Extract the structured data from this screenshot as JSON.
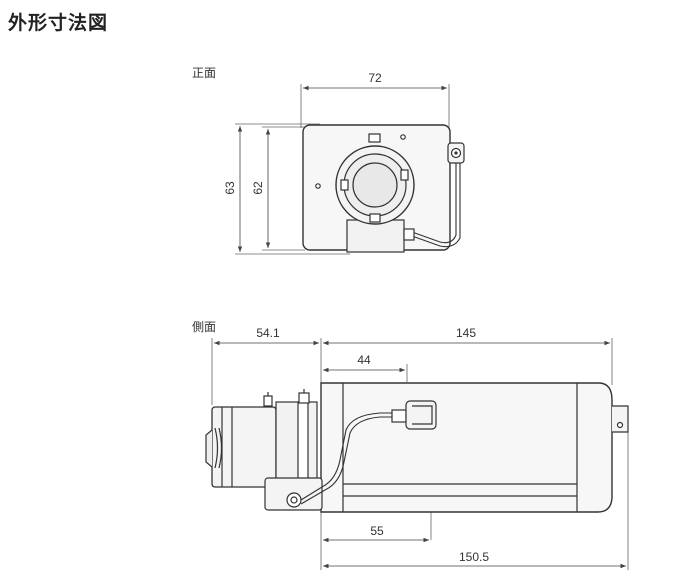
{
  "page_title": "外形寸法図",
  "front_view": {
    "label": "正面",
    "dims": {
      "width": "72",
      "height_outer": "63",
      "height_inner": "62"
    }
  },
  "side_view": {
    "label": "側面",
    "dims": {
      "lens_length": "54.1",
      "body_length": "145",
      "top_offset": "44",
      "bottom_offset": "55",
      "total_length": "150.5"
    }
  },
  "colors": {
    "line": "#333333",
    "body_fill": "#f7f7f7",
    "dim_line": "#444444"
  }
}
